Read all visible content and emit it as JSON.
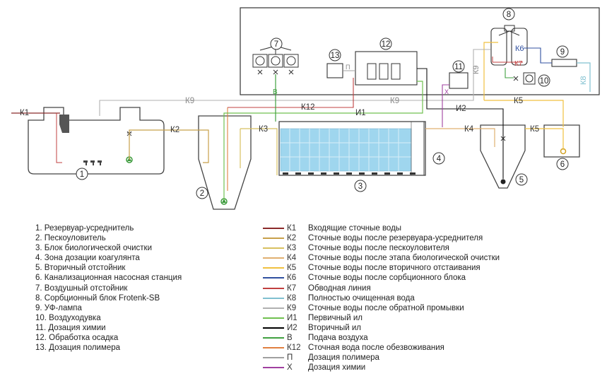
{
  "numbers": [
    "1",
    "2",
    "3",
    "4",
    "5",
    "6",
    "7",
    "8",
    "9",
    "10",
    "11",
    "12",
    "13"
  ],
  "pipes": {
    "k1": "К1",
    "k2": "К2",
    "k3": "К3",
    "k4": "К4",
    "k5": "К5",
    "k6": "К6",
    "k7": "К7",
    "k8": "К8",
    "k9": "К9",
    "k12": "К12",
    "i1": "И1",
    "i2": "И2",
    "v": "В",
    "p": "П",
    "x": "Х"
  },
  "legend_numbers": [
    "1. Резервуар-усреднитель",
    "2. Пескоуловитель",
    "3. Блок биологической очистки",
    "4. Зона дозации коагулянта",
    "5. Вторичный отстойник",
    "6. Канализационная насосная станция",
    "7. Воздушный отстойник",
    "8. Сорбционный блок Frotenk-SB",
    "9. УФ-лампа",
    "10. Воздуходувка",
    "11. Дозация химии",
    "12. Обработка осадка",
    "13. Дозация полимера"
  ],
  "legend_lines": [
    {
      "code": "К1",
      "label": "Входящие сточные воды",
      "color": "#8b2a2a"
    },
    {
      "code": "К2",
      "label": "Сточные воды после резервуара-усреднителя",
      "color": "#c8a04a"
    },
    {
      "code": "К3",
      "label": "Сточные воды после пескоуловителя",
      "color": "#d8c060"
    },
    {
      "code": "К4",
      "label": "Сточные воды после этапа биологической очистки",
      "color": "#e0b070"
    },
    {
      "code": "К5",
      "label": "Сточные воды после вторичного отстаивания",
      "color": "#f0c040"
    },
    {
      "code": "К6",
      "label": "Сточные воды после сорбционного блока",
      "color": "#3050a0"
    },
    {
      "code": "К7",
      "label": "Обводная линия",
      "color": "#c04040"
    },
    {
      "code": "К8",
      "label": "Полностью очищенная вода",
      "color": "#80c0d0"
    },
    {
      "code": "К9",
      "label": "Сточные воды после обратной промывки",
      "color": "#b0b0b0"
    },
    {
      "code": "И1",
      "label": "Первичный ил",
      "color": "#70c050"
    },
    {
      "code": "И2",
      "label": "Вторичный ил",
      "color": "#000000"
    },
    {
      "code": "В",
      "label": "Подача воздуха",
      "color": "#40a040"
    },
    {
      "code": "К12",
      "label": "Сточная вода после обезвоживания",
      "color": "#e08040"
    },
    {
      "code": "П",
      "label": "Дозация полимера",
      "color": "#a0a0a0"
    },
    {
      "code": "Х",
      "label": "Дозация химии",
      "color": "#a040a0"
    }
  ]
}
